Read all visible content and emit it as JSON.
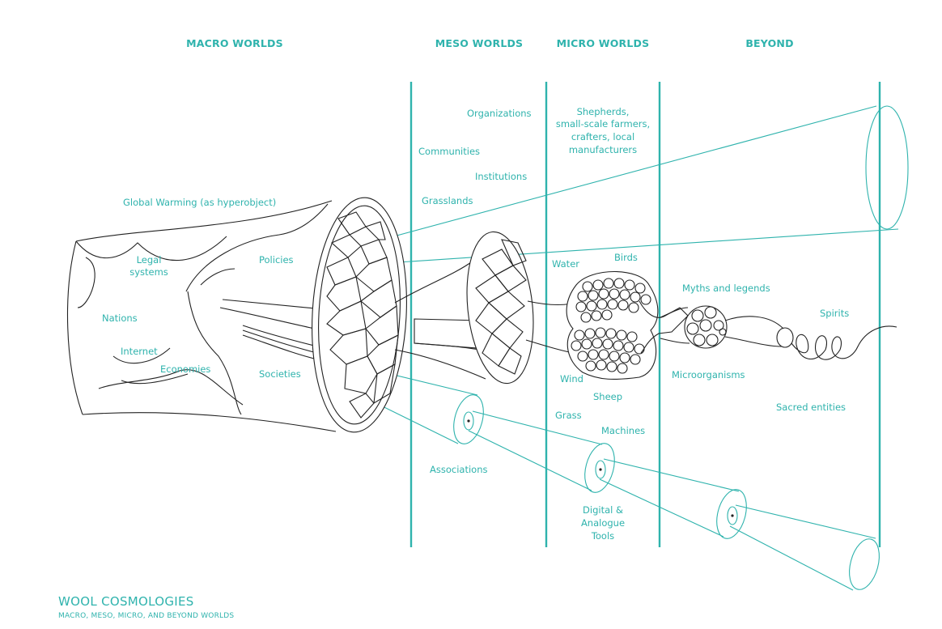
{
  "headers": {
    "macro": "MACRO WORLDS",
    "meso": "MESO WORLDS",
    "micro": "MICRO WORLDS",
    "beyond": "BEYOND"
  },
  "labels": {
    "global_warming": "Global Warming (as hyperobject)",
    "legal_1": "Legal",
    "legal_2": "systems",
    "policies": "Policies",
    "nations": "Nations",
    "internet": "Internet",
    "economies": "Economies",
    "societies": "Societies",
    "organizations": "Organizations",
    "communities": "Communities",
    "institutions": "Institutions",
    "grasslands": "Grasslands",
    "associations": "Associations",
    "shepherds_1": "Shepherds,",
    "shepherds_2": "small-scale farmers,",
    "shepherds_3": "crafters, local",
    "shepherds_4": "manufacturers",
    "water": "Water",
    "birds": "Birds",
    "wind": "Wind",
    "sheep": "Sheep",
    "grass": "Grass",
    "machines": "Machines",
    "tools_1": "Digital &",
    "tools_2": "Analogue",
    "tools_3": "Tools",
    "myths": "Myths and legends",
    "spirits": "Spirits",
    "microorganisms": "Microorganisms",
    "sacred": "Sacred entities"
  },
  "title": "WOOL COSMOLOGIES",
  "subtitle": "MACRO, MESO, MICRO, AND BEYOND WORLDS",
  "colors": {
    "accent": "#2fb3ad",
    "ink": "#222222"
  }
}
